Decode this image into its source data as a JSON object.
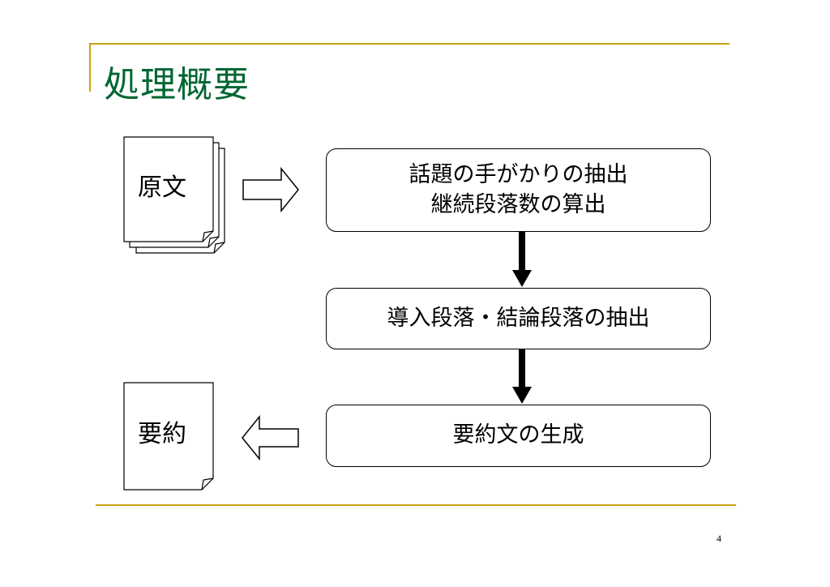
{
  "slide": {
    "title": "処理概要",
    "page_number": "4"
  },
  "documents": {
    "input_label": "原文",
    "output_label": "要約"
  },
  "steps": [
    {
      "lines": [
        "話題の手がかりの抽出",
        "継続段落数の算出"
      ]
    },
    {
      "lines": [
        "導入段落・結論段落の抽出"
      ]
    },
    {
      "lines": [
        "要約文の生成"
      ]
    }
  ],
  "colors": {
    "title": "#006633",
    "rule": "#c8a218"
  }
}
